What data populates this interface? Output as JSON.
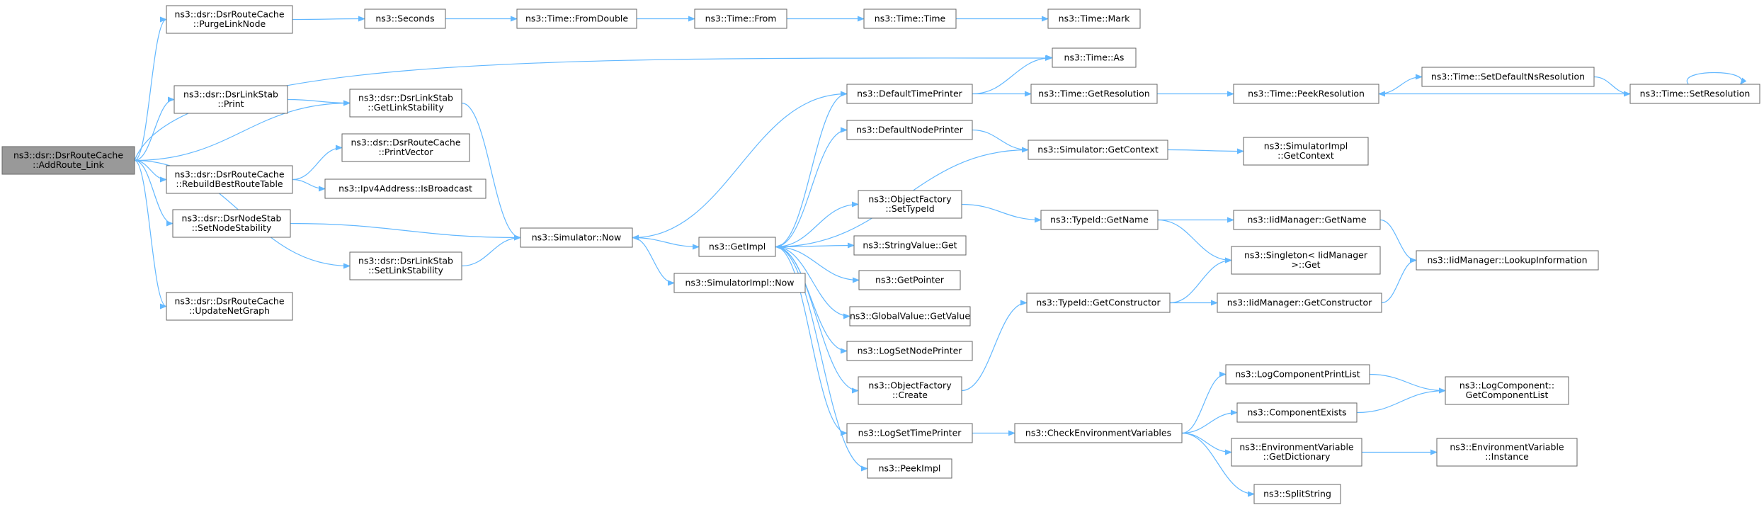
{
  "nodes": [
    {
      "id": "addroute",
      "lines": [
        "ns3::dsr::DsrRouteCache",
        "::AddRoute_Link"
      ],
      "root": true
    },
    {
      "id": "purgelinknode",
      "lines": [
        "ns3::dsr::DsrRouteCache",
        "::PurgeLinkNode"
      ]
    },
    {
      "id": "linkstab_print",
      "lines": [
        "ns3::dsr::DsrLinkStab",
        "::Print"
      ]
    },
    {
      "id": "rebuildbest",
      "lines": [
        "ns3::dsr::DsrRouteCache",
        "::RebuildBestRouteTable"
      ]
    },
    {
      "id": "setnodestab",
      "lines": [
        "ns3::dsr::DsrNodeStab",
        "::SetNodeStability"
      ]
    },
    {
      "id": "updatenetgraph",
      "lines": [
        "ns3::dsr::DsrRouteCache",
        "::UpdateNetGraph"
      ]
    },
    {
      "id": "getlinkstab",
      "lines": [
        "ns3::dsr::DsrLinkStab",
        "::GetLinkStability"
      ]
    },
    {
      "id": "printvector",
      "lines": [
        "ns3::dsr::DsrRouteCache",
        "::PrintVector"
      ]
    },
    {
      "id": "isbroadcast",
      "lines": [
        "ns3::Ipv4Address::IsBroadcast"
      ]
    },
    {
      "id": "setlinkstab",
      "lines": [
        "ns3::dsr::DsrLinkStab",
        "::SetLinkStability"
      ]
    },
    {
      "id": "seconds",
      "lines": [
        "ns3::Seconds"
      ]
    },
    {
      "id": "sim_now",
      "lines": [
        "ns3::Simulator::Now"
      ]
    },
    {
      "id": "fromdouble",
      "lines": [
        "ns3::Time::FromDouble"
      ]
    },
    {
      "id": "getimpl",
      "lines": [
        "ns3::GetImpl"
      ]
    },
    {
      "id": "simimpl_now",
      "lines": [
        "ns3::SimulatorImpl::Now"
      ]
    },
    {
      "id": "time_from",
      "lines": [
        "ns3::Time::From"
      ]
    },
    {
      "id": "time_time",
      "lines": [
        "ns3::Time::Time"
      ]
    },
    {
      "id": "defaulttimeprinter",
      "lines": [
        "ns3::DefaultTimePrinter"
      ]
    },
    {
      "id": "defaultnodeprinter",
      "lines": [
        "ns3::DefaultNodePrinter"
      ]
    },
    {
      "id": "of_settypeid",
      "lines": [
        "ns3::ObjectFactory",
        "::SetTypeId"
      ]
    },
    {
      "id": "stringvalue_get",
      "lines": [
        "ns3::StringValue::Get"
      ]
    },
    {
      "id": "getpointer",
      "lines": [
        "ns3::GetPointer"
      ]
    },
    {
      "id": "globalvalue_getvalue",
      "lines": [
        "ns3::GlobalValue::GetValue"
      ]
    },
    {
      "id": "logsetnodeprinter",
      "lines": [
        "ns3::LogSetNodePrinter"
      ]
    },
    {
      "id": "of_create",
      "lines": [
        "ns3::ObjectFactory",
        "::Create"
      ]
    },
    {
      "id": "logsettimeprinter",
      "lines": [
        "ns3::LogSetTimePrinter"
      ]
    },
    {
      "id": "peekimpl",
      "lines": [
        "ns3::PeekImpl"
      ]
    },
    {
      "id": "time_mark",
      "lines": [
        "ns3::Time::Mark"
      ]
    },
    {
      "id": "time_as",
      "lines": [
        "ns3::Time::As"
      ]
    },
    {
      "id": "time_getres",
      "lines": [
        "ns3::Time::GetResolution"
      ]
    },
    {
      "id": "sim_getcontext",
      "lines": [
        "ns3::Simulator::GetContext"
      ]
    },
    {
      "id": "typeid_getname",
      "lines": [
        "ns3::TypeId::GetName"
      ]
    },
    {
      "id": "typeid_getctor",
      "lines": [
        "ns3::TypeId::GetConstructor"
      ]
    },
    {
      "id": "checkenv",
      "lines": [
        "ns3::CheckEnvironmentVariables"
      ]
    },
    {
      "id": "time_peekres",
      "lines": [
        "ns3::Time::PeekResolution"
      ]
    },
    {
      "id": "simimpl_getcontext",
      "lines": [
        "ns3::SimulatorImpl",
        "::GetContext"
      ]
    },
    {
      "id": "iid_getname",
      "lines": [
        "ns3::IidManager::GetName"
      ]
    },
    {
      "id": "singleton_get",
      "lines": [
        "ns3::Singleton< IidManager",
        ">::Get"
      ]
    },
    {
      "id": "iid_getctor",
      "lines": [
        "ns3::IidManager::GetConstructor"
      ]
    },
    {
      "id": "logcompprintlist",
      "lines": [
        "ns3::LogComponentPrintList"
      ]
    },
    {
      "id": "componentexists",
      "lines": [
        "ns3::ComponentExists"
      ]
    },
    {
      "id": "envvar_getdict",
      "lines": [
        "ns3::EnvironmentVariable",
        "::GetDictionary"
      ]
    },
    {
      "id": "splitstring",
      "lines": [
        "ns3::SplitString"
      ]
    },
    {
      "id": "setdefaultnsres",
      "lines": [
        "ns3::Time::SetDefaultNsResolution"
      ]
    },
    {
      "id": "iid_lookupinfo",
      "lines": [
        "ns3::IidManager::LookupInformation"
      ]
    },
    {
      "id": "logcomp_getlist",
      "lines": [
        "ns3::LogComponent::",
        "GetComponentList"
      ]
    },
    {
      "id": "envvar_instance",
      "lines": [
        "ns3::EnvironmentVariable",
        "::Instance"
      ]
    },
    {
      "id": "time_setres",
      "lines": [
        "ns3::Time::SetResolution"
      ]
    }
  ],
  "colors": {
    "edge": "#63b8ff",
    "node_border": "#666666",
    "root_fill": "#999999",
    "node_fill": "#ffffff"
  }
}
